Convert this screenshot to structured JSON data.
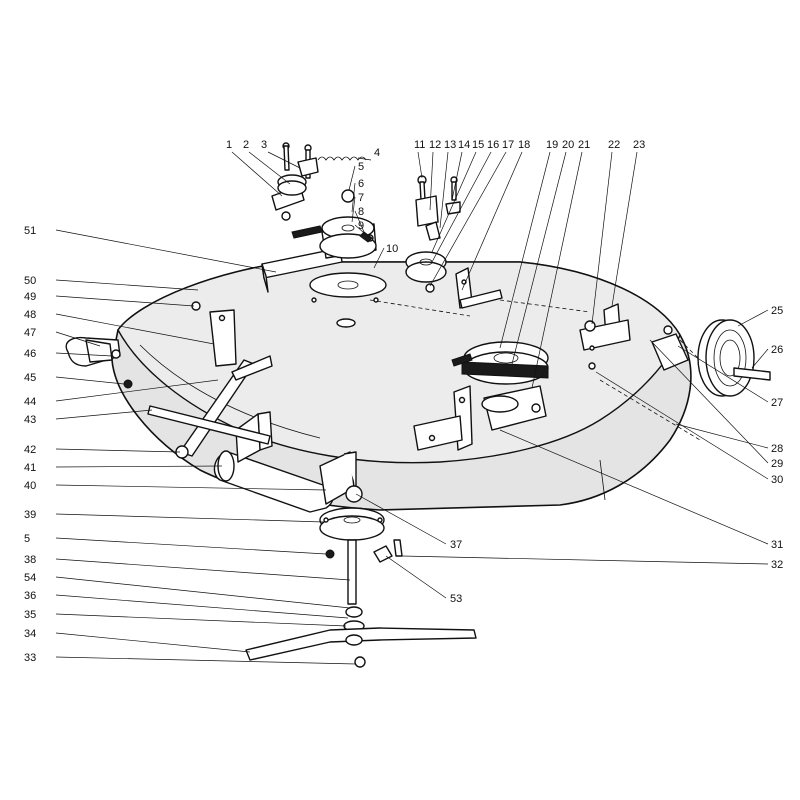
{
  "callouts": [
    {
      "n": "1"
    },
    {
      "n": "2"
    },
    {
      "n": "3"
    },
    {
      "n": "4"
    },
    {
      "n": "5"
    },
    {
      "n": "6"
    },
    {
      "n": "7"
    },
    {
      "n": "8"
    },
    {
      "n": "9"
    },
    {
      "n": "10"
    },
    {
      "n": "11"
    },
    {
      "n": "12"
    },
    {
      "n": "13"
    },
    {
      "n": "14"
    },
    {
      "n": "15"
    },
    {
      "n": "16"
    },
    {
      "n": "17"
    },
    {
      "n": "18"
    },
    {
      "n": "19"
    },
    {
      "n": "20"
    },
    {
      "n": "21"
    },
    {
      "n": "22"
    },
    {
      "n": "23"
    },
    {
      "n": "25"
    },
    {
      "n": "26"
    },
    {
      "n": "27"
    },
    {
      "n": "28"
    },
    {
      "n": "29"
    },
    {
      "n": "30"
    },
    {
      "n": "31"
    },
    {
      "n": "32"
    },
    {
      "n": "53"
    },
    {
      "n": "37"
    },
    {
      "n": "51"
    },
    {
      "n": "50"
    },
    {
      "n": "49"
    },
    {
      "n": "48"
    },
    {
      "n": "47"
    },
    {
      "n": "46"
    },
    {
      "n": "45"
    },
    {
      "n": "44"
    },
    {
      "n": "43"
    },
    {
      "n": "42"
    },
    {
      "n": "41"
    },
    {
      "n": "40"
    },
    {
      "n": "39"
    },
    {
      "n": "5"
    },
    {
      "n": "38"
    },
    {
      "n": "54"
    },
    {
      "n": "36"
    },
    {
      "n": "35"
    },
    {
      "n": "34"
    },
    {
      "n": "33"
    }
  ]
}
